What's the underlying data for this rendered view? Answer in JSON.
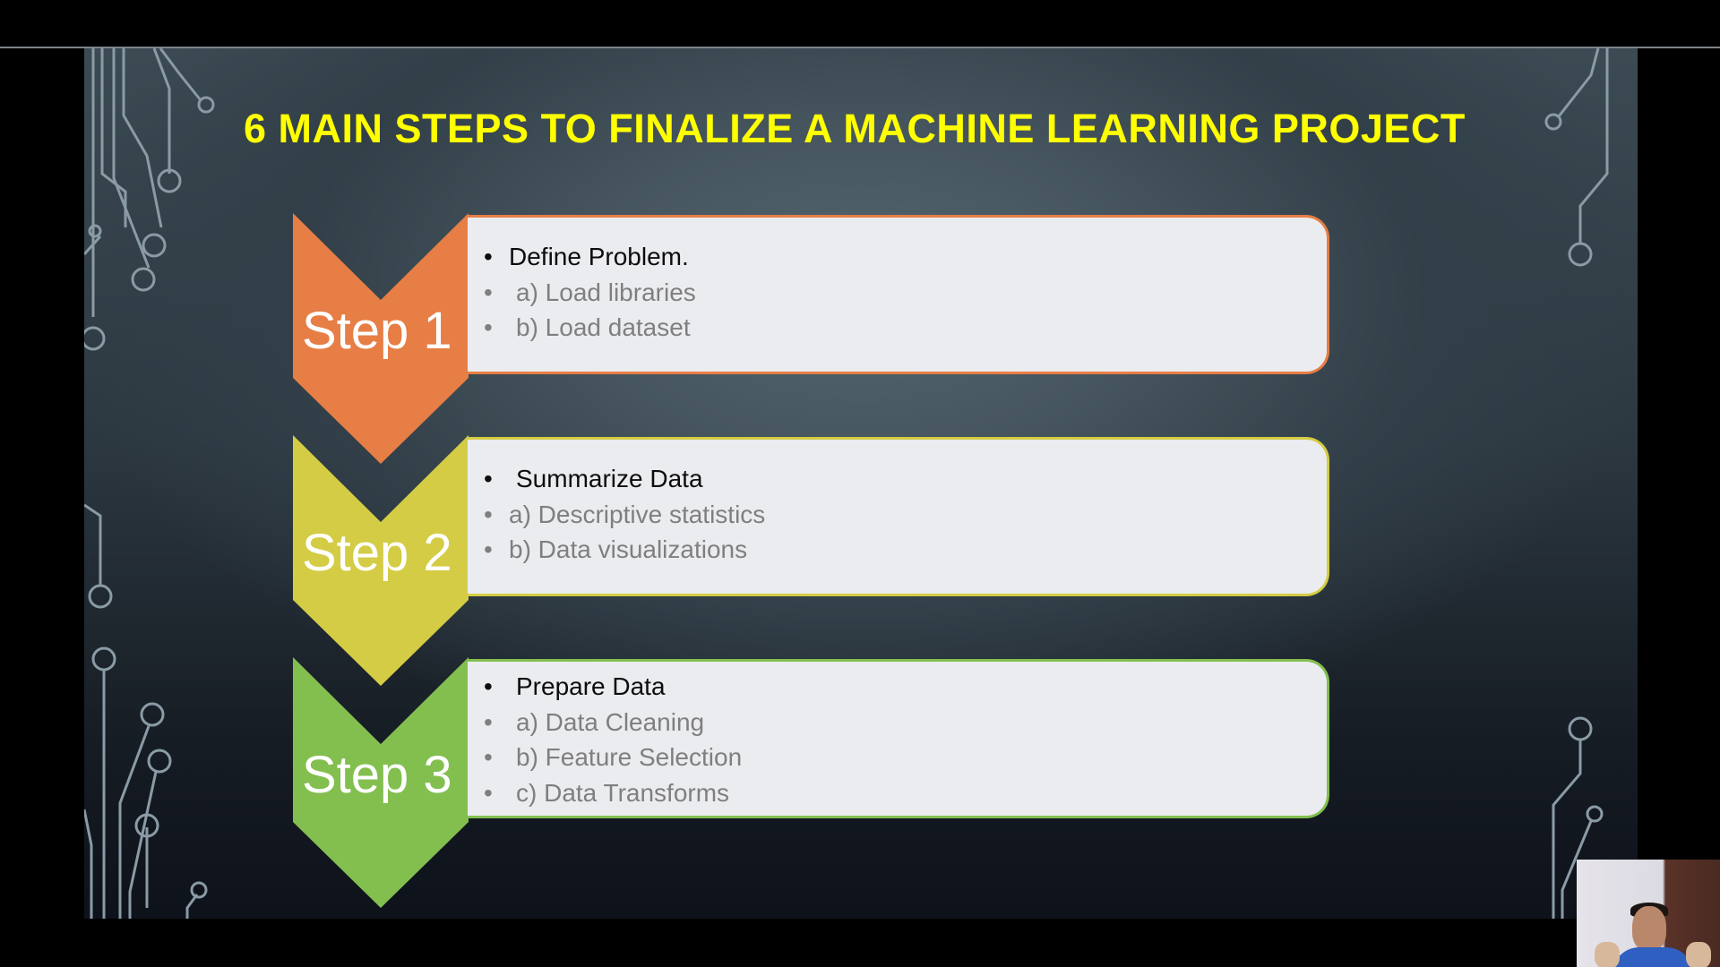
{
  "slide": {
    "title": "6 MAIN STEPS TO FINALIZE A MACHINE LEARNING PROJECT",
    "colors": {
      "title": "#ffff00",
      "step1": "#e67e45",
      "step2": "#d4cc44",
      "step3": "#82bf4f",
      "card_fill": "#ebecef",
      "heading_text": "#0d0d0d",
      "sub_text": "#7f7f7f"
    },
    "steps": [
      {
        "label": "Step 1",
        "items": [
          {
            "bullet": "•",
            "text": "Define Problem."
          },
          {
            "bullet": "•",
            "text": "a) Load libraries"
          },
          {
            "bullet": "•",
            "text": "b) Load dataset"
          }
        ]
      },
      {
        "label": "Step 2",
        "items": [
          {
            "bullet": "•",
            "text": "Summarize Data"
          },
          {
            "bullet": "•",
            "text": "a) Descriptive statistics"
          },
          {
            "bullet": "•",
            "text": "b) Data visualizations"
          }
        ]
      },
      {
        "label": "Step 3",
        "items": [
          {
            "bullet": "•",
            "text": "Prepare Data"
          },
          {
            "bullet": "•",
            "text": "a) Data Cleaning"
          },
          {
            "bullet": "•",
            "text": "b) Feature Selection"
          },
          {
            "bullet": "•",
            "text": "c) Data Transforms"
          }
        ]
      }
    ]
  },
  "overlay": {
    "webcam_icon": "presenter-webcam"
  }
}
